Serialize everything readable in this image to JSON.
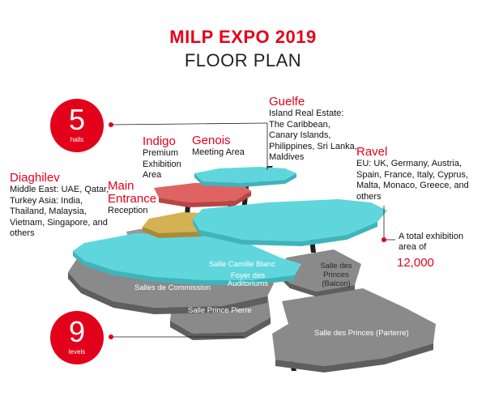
{
  "header": {
    "title": "MILP EXPO 2019",
    "subtitle": "FLOOR PLAN"
  },
  "stats": {
    "halls": {
      "value": "5",
      "label": "halls"
    },
    "levels": {
      "value": "9",
      "label": "levels"
    },
    "area": {
      "text": "A total exhibition area of",
      "value": "12,000"
    }
  },
  "halls": {
    "guelfe": {
      "name": "Guelfe",
      "description": "Island Real Estate: The Caribbean, Canary Islands, Philippines, Sri Lanka, Maldives"
    },
    "indigo": {
      "name": "Indigo",
      "description": "Premium Exhibition Area"
    },
    "genois": {
      "name": "Genois",
      "description": "Meeting Area"
    },
    "ravel": {
      "name": "Ravel",
      "description": "EU: UK, Germany, Austria, Spain, France, Italy, Cyprus, Malta, Monaco, Greece, and others"
    },
    "diaghilev": {
      "name": "Diaghilev",
      "description": "Middle East: UAE, Qatar, Turkey Asia: India, Thailand, Malaysia, Vietnam, Singapore, and others"
    },
    "main_entrance": {
      "name": "Main Entrance",
      "description": "Reception"
    }
  },
  "rooms": {
    "salle_camille_blanc": "Salle Camille Blanc",
    "salle_des_princes_balcon": "Salle des Princes (Balcon)",
    "salles_de_commission": "Salles de Commission",
    "foyer_des_auditoriums": "Foyer des Auditoriums",
    "salle_prince_pierre": "Salle Prince Pierre",
    "salle_des_princes_parterre": "Salle des Princes (Parterre)"
  },
  "colors": {
    "accent": "#e3001b",
    "hall_cyan": "#5fd6dc",
    "hall_indigo": "#e06363",
    "hall_entrance": "#d4b152",
    "level_grey": "#8a8a8a"
  }
}
